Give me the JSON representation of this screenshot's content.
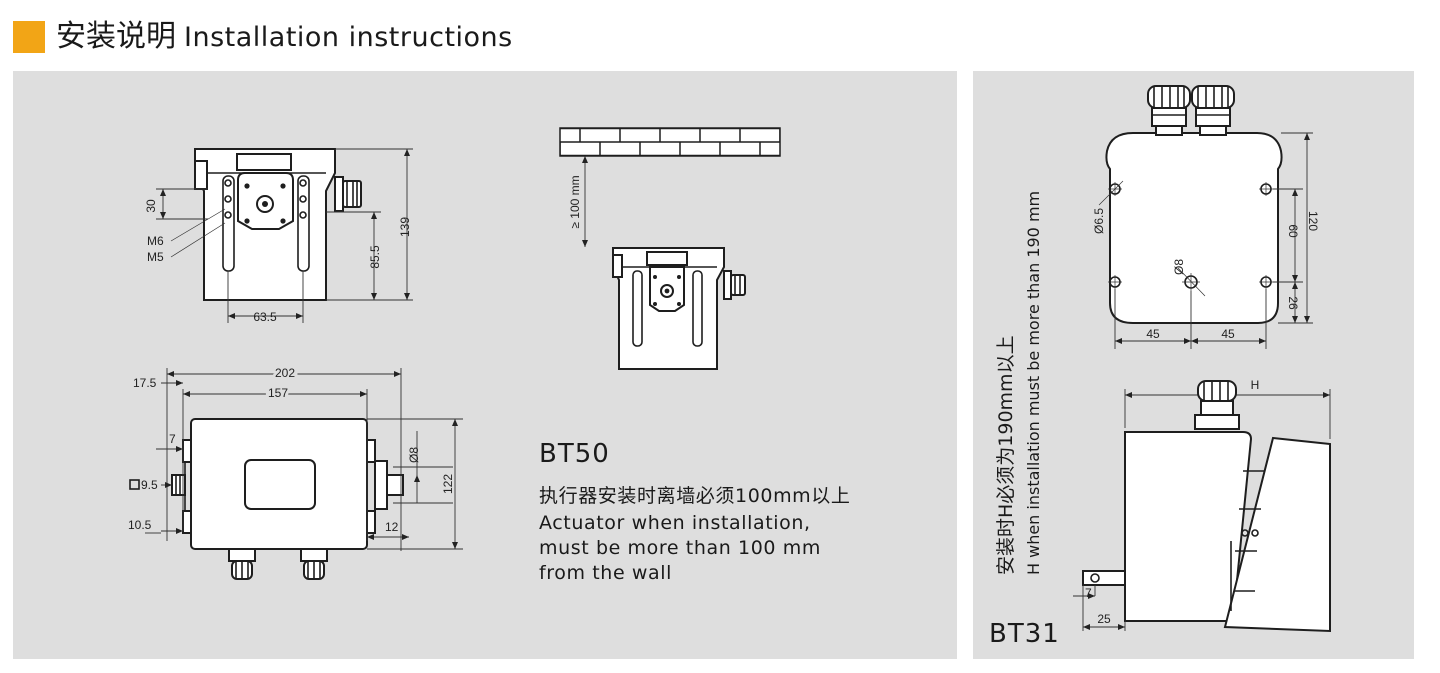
{
  "header": {
    "title_cn": "安装说明",
    "title_en": "Installation instructions",
    "accent_color": "#f2a516"
  },
  "bt50": {
    "model": "BT50",
    "note_cn": "执行器安装时离墙必须100mm以上",
    "note_en_1": "Actuator when installation,",
    "note_en_2": "must be more than 100 mm",
    "note_en_3": "from the wall",
    "front_view": {
      "dim_30": "30",
      "label_m6": "M6",
      "label_m5": "M5",
      "dim_139": "139",
      "dim_85_5": "85.5",
      "dim_63_5": "63.5"
    },
    "bottom_view": {
      "dim_202": "202",
      "dim_157": "157",
      "dim_17_5": "17.5",
      "dim_7": "7",
      "dim_9_5": "9.5",
      "dim_10_5": "10.5",
      "dim_12": "12",
      "dim_dia8": "Ø8",
      "dim_122": "122"
    },
    "wall_view": {
      "dim_wall": "≥ 100 mm"
    }
  },
  "bt31": {
    "model": "BT31",
    "note_cn": "安装时H必须为190mm以上",
    "note_en": "H when installation must be more than 190 mm",
    "top_view": {
      "dim_dia6_5": "Ø6.5",
      "dim_dia8": "Ø8",
      "dim_120": "120",
      "dim_60": "60",
      "dim_26": "26",
      "dim_45_left": "45",
      "dim_45_right": "45"
    },
    "side_view": {
      "dim_h": "H",
      "dim_7": "7",
      "dim_25": "25"
    }
  }
}
